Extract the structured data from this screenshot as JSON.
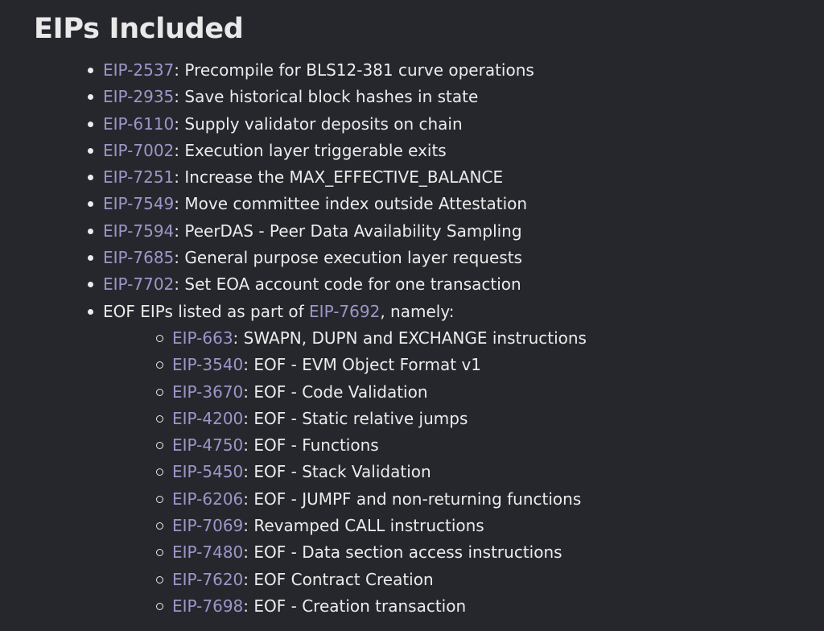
{
  "heading": "EIPs Included",
  "colors": {
    "background": "#26272d",
    "text": "#ececec",
    "link": "#9b97c9"
  },
  "items": [
    {
      "link": "EIP-2537",
      "text": ": Precompile for BLS12-381 curve operations"
    },
    {
      "link": "EIP-2935",
      "text": ": Save historical block hashes in state"
    },
    {
      "link": "EIP-6110",
      "text": ": Supply validator deposits on chain"
    },
    {
      "link": "EIP-7002",
      "text": ": Execution layer triggerable exits"
    },
    {
      "link": "EIP-7251",
      "text": ": Increase the MAX_EFFECTIVE_BALANCE"
    },
    {
      "link": "EIP-7549",
      "text": ": Move committee index outside Attestation"
    },
    {
      "link": "EIP-7594",
      "text": ": PeerDAS - Peer Data Availability Sampling"
    },
    {
      "link": "EIP-7685",
      "text": ": General purpose execution layer requests"
    },
    {
      "link": "EIP-7702",
      "text": ": Set EOA account code for one transaction"
    }
  ],
  "eof_item": {
    "prefix": "EOF EIPs listed as part of ",
    "link": "EIP-7692",
    "suffix": ", namely:",
    "subitems": [
      {
        "link": "EIP-663",
        "text": ": SWAPN, DUPN and EXCHANGE instructions"
      },
      {
        "link": "EIP-3540",
        "text": ": EOF - EVM Object Format v1"
      },
      {
        "link": "EIP-3670",
        "text": ": EOF - Code Validation"
      },
      {
        "link": "EIP-4200",
        "text": ": EOF - Static relative jumps"
      },
      {
        "link": "EIP-4750",
        "text": ": EOF - Functions"
      },
      {
        "link": "EIP-5450",
        "text": ": EOF - Stack Validation"
      },
      {
        "link": "EIP-6206",
        "text": ": EOF - JUMPF and non-returning functions"
      },
      {
        "link": "EIP-7069",
        "text": ": Revamped CALL instructions"
      },
      {
        "link": "EIP-7480",
        "text": ": EOF - Data section access instructions"
      },
      {
        "link": "EIP-7620",
        "text": ": EOF Contract Creation"
      },
      {
        "link": "EIP-7698",
        "text": ": EOF - Creation transaction"
      }
    ]
  }
}
